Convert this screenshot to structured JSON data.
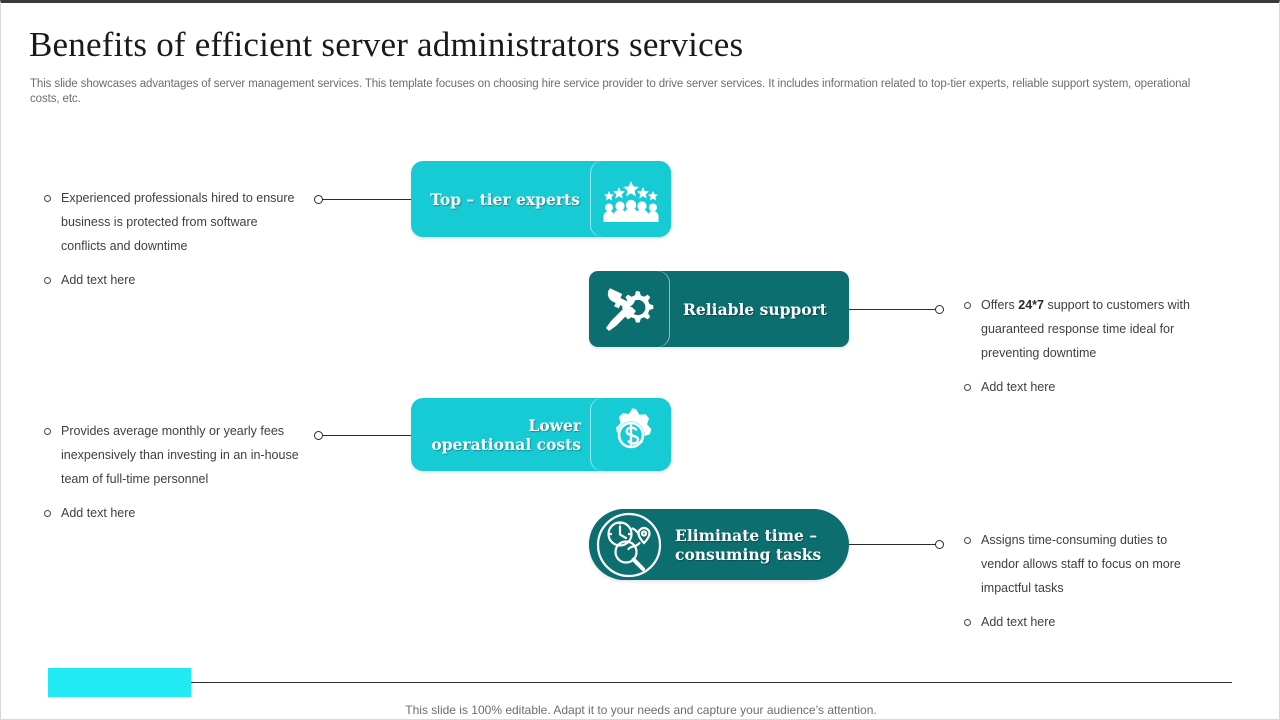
{
  "slide": {
    "title": "Benefits of efficient server administrators  services",
    "subtitle": "This slide showcases advantages of server management services. This template focuses on choosing hire service provider to drive server services. It includes information related to top-tier experts, reliable support system, operational costs, etc.",
    "footer_note": "This slide is 100% editable. Adapt it to your needs and capture your audience’s attention."
  },
  "colors": {
    "cyan": "#17CBD4",
    "teal": "#0C6E6E",
    "footer_bar": "#22EAF5",
    "connector": "#2b2b2b",
    "text": "#3f3f3f",
    "muted": "#6d6d6d"
  },
  "cards": [
    {
      "id": "top-tier",
      "label": "Top – tier experts",
      "icon": "people-stars-icon",
      "color": "#17CBD4",
      "icon_side": "right"
    },
    {
      "id": "reliable",
      "label": "Reliable support",
      "icon": "wrench-gear-icon",
      "color": "#0C6E6E",
      "icon_side": "left"
    },
    {
      "id": "lower",
      "label_line1": "Lower",
      "label_line2": "operational costs",
      "icon": "gear-dollar-icon",
      "color": "#17CBD4",
      "icon_side": "right"
    },
    {
      "id": "eliminate",
      "label_line1": "Eliminate time –",
      "label_line2": "consuming tasks",
      "icon": "clock-magnifier-icon",
      "color": "#0C6E6E",
      "icon_side": "left"
    }
  ],
  "text_blocks": {
    "top_tier": {
      "side": "left",
      "items": [
        "Experienced  professionals  hired  to ensure  business  is  protected  from software  conflicts and  downtime",
        "Add text here"
      ]
    },
    "reliable": {
      "side": "right",
      "item_prefix": "Offers ",
      "item_bold": "24*7",
      "item_suffix": " support to customers with guaranteed  response  time ideal for preventing  downtime",
      "items_extra": [
        "Add text here"
      ]
    },
    "lower": {
      "side": "left",
      "items": [
        "Provides  average  monthly or yearly fees inexpensively   than investing  in an in-house team of full-time  personnel",
        "Add text here"
      ]
    },
    "eliminate": {
      "side": "right",
      "items": [
        "Assigns time-consuming  duties to vendor  allows  staff to focus on  more impactful tasks",
        "Add text here"
      ]
    }
  }
}
